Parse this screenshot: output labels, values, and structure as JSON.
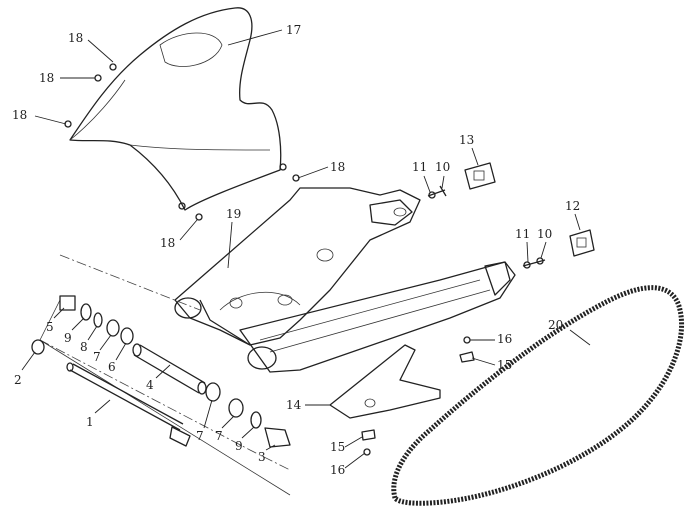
{
  "diagram": {
    "title": "Swingarm assembly exploded view",
    "callouts": [
      "17",
      "18",
      "18",
      "18",
      "18",
      "18",
      "19",
      "13",
      "11",
      "10",
      "12",
      "11",
      "10",
      "20",
      "16",
      "15",
      "14",
      "15",
      "16",
      "5",
      "9",
      "8",
      "7",
      "6",
      "2",
      "4",
      "1",
      "7",
      "7",
      "9",
      "3"
    ]
  }
}
